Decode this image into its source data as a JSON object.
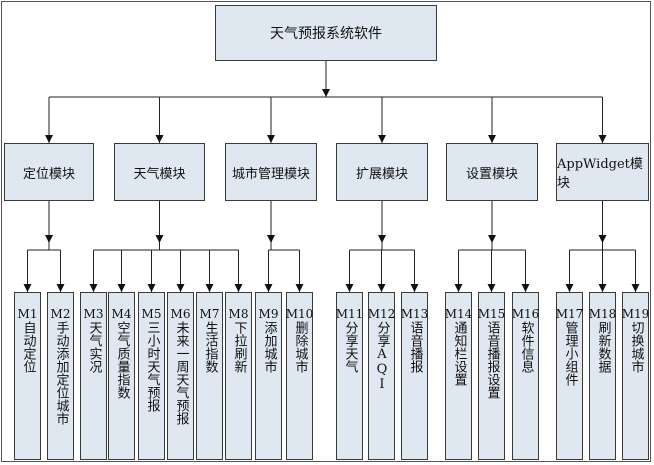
{
  "root": "天气预报系统软件",
  "modules": [
    {
      "label": "定位模块",
      "leaves": [
        {
          "code": "M1",
          "name": "自动定位"
        },
        {
          "code": "M2",
          "name": "手动添加定位城市"
        }
      ]
    },
    {
      "label": "天气模块",
      "leaves": [
        {
          "code": "M3",
          "name": "天气实况"
        },
        {
          "code": "M4",
          "name": "空气质量指数"
        },
        {
          "code": "M5",
          "name": "三小时天气预报"
        },
        {
          "code": "M6",
          "name": "未来一周天气预报"
        },
        {
          "code": "M7",
          "name": "生活指数"
        },
        {
          "code": "M8",
          "name": "下拉刷新"
        }
      ]
    },
    {
      "label": "城市管理模块",
      "leaves": [
        {
          "code": "M9",
          "name": "添加城市"
        },
        {
          "code": "M10",
          "name": "删除城市"
        }
      ]
    },
    {
      "label": "扩展模块",
      "leaves": [
        {
          "code": "M11",
          "name": "分享天气"
        },
        {
          "code": "M12",
          "name": "分享AQI"
        },
        {
          "code": "M13",
          "name": "语音播报"
        }
      ]
    },
    {
      "label": "设置模块",
      "leaves": [
        {
          "code": "M14",
          "name": "通知栏设置"
        },
        {
          "code": "M15",
          "name": "语音播报设置"
        },
        {
          "code": "M16",
          "name": "软件信息"
        }
      ]
    },
    {
      "label": "AppWidget模块",
      "leaves": [
        {
          "code": "M17",
          "name": "管理小组件"
        },
        {
          "code": "M18",
          "name": "刷新数据"
        },
        {
          "code": "M19",
          "name": "切换城市"
        }
      ]
    }
  ]
}
